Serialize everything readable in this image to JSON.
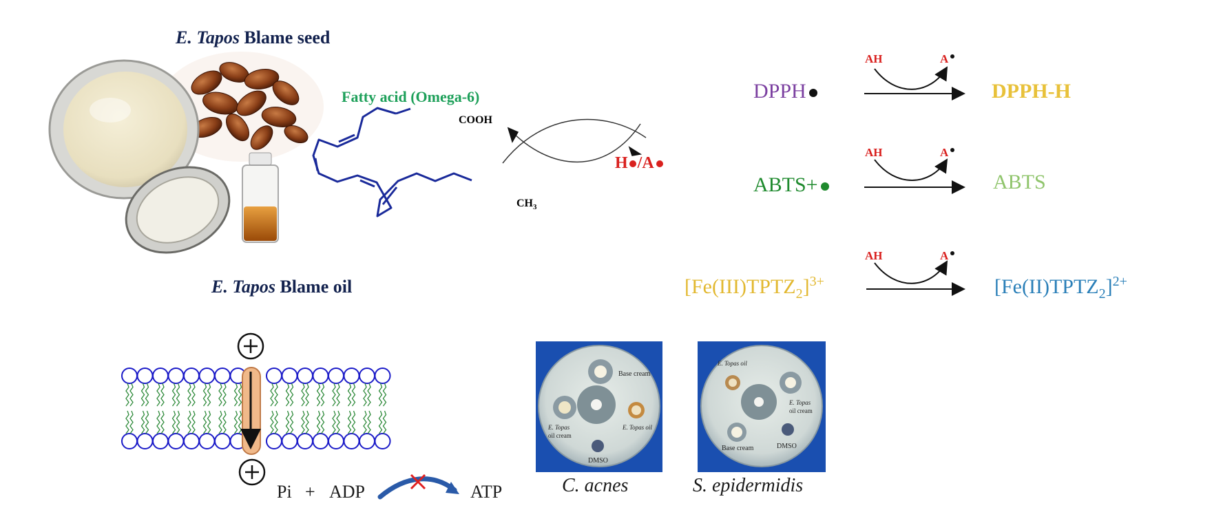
{
  "header": {
    "seed_italic": "E. Tapos",
    "seed_rest": " Blame seed",
    "oil_italic": "E. Tapos",
    "oil_rest": " Blame oil",
    "fatty_acid": "Fatty acid (Omega-6)",
    "cooh": "COOH",
    "ch3": "CH",
    "ch3_sub": "3"
  },
  "radical": {
    "h": "H",
    "slash": "/",
    "a": "A"
  },
  "reactions": [
    {
      "ah": "AH",
      "a": "A",
      "reactant": "DPPH",
      "product": "DPPH-H"
    },
    {
      "ah": "AH",
      "a": "A",
      "reactant": "ABTS+",
      "product": "ABTS"
    },
    {
      "ah": "AH",
      "a": "A",
      "reactant_pre": "[Fe(III)TPTZ",
      "reactant_sub": "2",
      "reactant_post": "]",
      "reactant_sup": "3+",
      "product_pre": "[Fe(II)TPTZ",
      "product_sub": "2",
      "product_post": "]",
      "product_sup": "2+"
    }
  ],
  "membrane": {
    "plus_top": "+",
    "plus_bottom": "+",
    "pi": "Pi",
    "plus": "+",
    "adp": "ADP",
    "atp": "ATP"
  },
  "plates": [
    {
      "caption": "C. acnes",
      "labels": [
        "Base cream",
        "E. Topas",
        "oil cream",
        "E. Topas oil",
        "DMSO"
      ]
    },
    {
      "caption": "S. epidermidis",
      "labels": [
        "E. Topas oil",
        "E. Topas",
        "oil cream",
        "Base cream",
        "DMSO"
      ]
    }
  ],
  "colors": {
    "dpph": "#7b3fa0",
    "dpph_h": "#e8c13a",
    "abts_plus": "#1f8a2e",
    "abts": "#8fc46b",
    "fe3": "#e2b830",
    "fe2": "#2a7fb8",
    "chain": "#1a2a9a",
    "membrane": "#1a1ac8",
    "tails": "#2e8a3a",
    "channel": "#f0b98a",
    "plate_bg": "#1a4fb0"
  }
}
